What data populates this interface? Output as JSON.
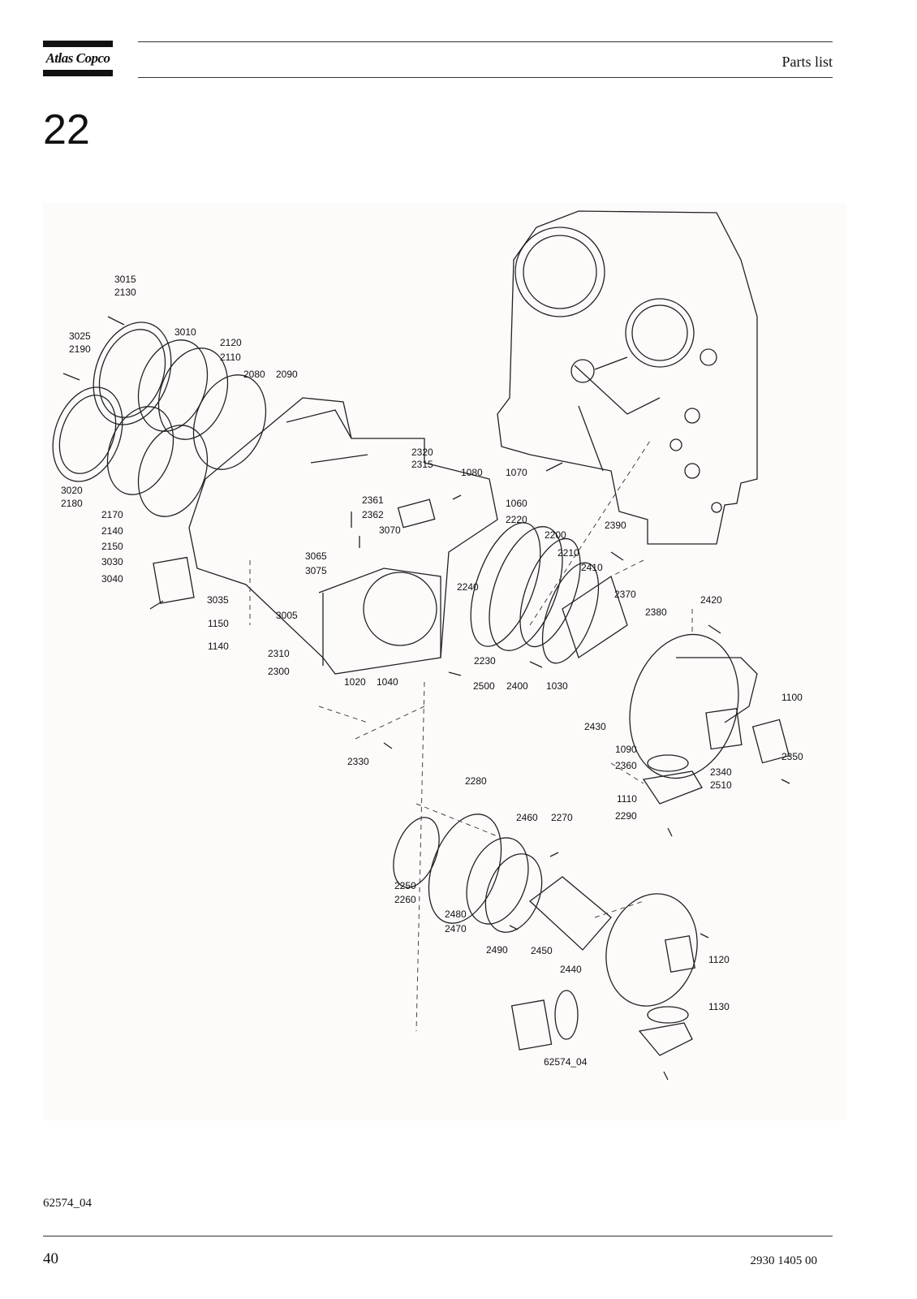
{
  "header": {
    "brand": "Atlas Copco",
    "section_title": "Parts list"
  },
  "section_number": "22",
  "figure": {
    "drawing_id": "62574_04",
    "callouts": [
      "3015",
      "2130",
      "3025",
      "2190",
      "3010",
      "2120",
      "2110",
      "2080",
      "2090",
      "3020",
      "2180",
      "2170",
      "2140",
      "2150",
      "3030",
      "3040",
      "3035",
      "3005",
      "1150",
      "1140",
      "2310",
      "2300",
      "3065",
      "3075",
      "3070",
      "2361",
      "2362",
      "2320",
      "2315",
      "1080",
      "1070",
      "1060",
      "2220",
      "2200",
      "2210",
      "2390",
      "2410",
      "2240",
      "2370",
      "2380",
      "2420",
      "2230",
      "2500",
      "2400",
      "1030",
      "1020",
      "1040",
      "2330",
      "2430",
      "1100",
      "1090",
      "2360",
      "2350",
      "2340",
      "2510",
      "1110",
      "2290",
      "2280",
      "2460",
      "2270",
      "2250",
      "2260",
      "2480",
      "2470",
      "2450",
      "2490",
      "2440",
      "1120",
      "1130",
      "62574_04"
    ]
  },
  "footer": {
    "figure_id": "62574_04",
    "page_number": "40",
    "document_number": "2930 1405 00"
  }
}
